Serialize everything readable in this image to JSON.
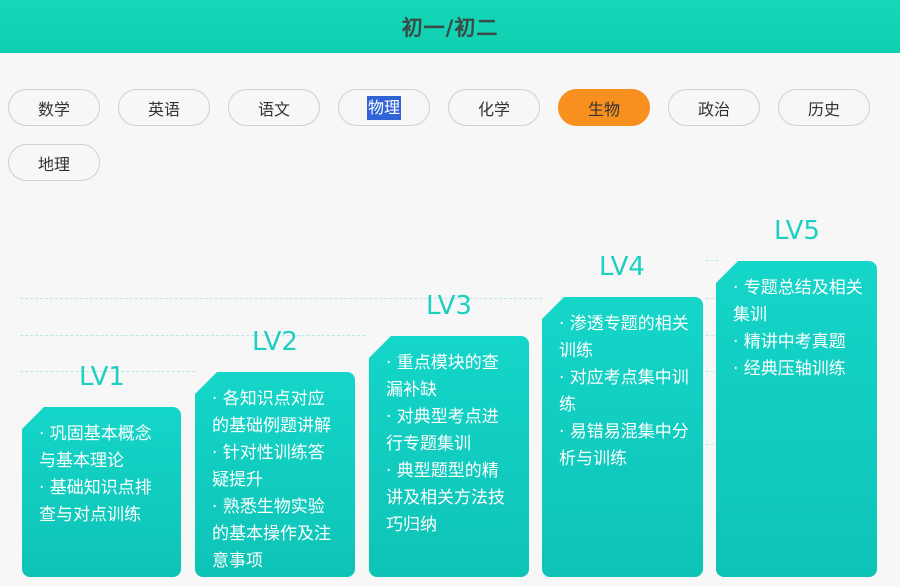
{
  "header": {
    "title": "初一/初二"
  },
  "subjects": [
    {
      "label": "数学",
      "active": false,
      "selected": false
    },
    {
      "label": "英语",
      "active": false,
      "selected": false
    },
    {
      "label": "语文",
      "active": false,
      "selected": false
    },
    {
      "label": "物理",
      "active": false,
      "selected": true
    },
    {
      "label": "化学",
      "active": false,
      "selected": false
    },
    {
      "label": "生物",
      "active": true,
      "selected": false
    },
    {
      "label": "政治",
      "active": false,
      "selected": false
    },
    {
      "label": "历史",
      "active": false,
      "selected": false
    },
    {
      "label": "地理",
      "active": false,
      "selected": false
    }
  ],
  "levels": [
    {
      "label": "LV1",
      "items": [
        "· 巩固基本概念与基本理论",
        "· 基础知识点排查与对点训练"
      ]
    },
    {
      "label": "LV2",
      "items": [
        "· 各知识点对应的基础例题讲解",
        "· 针对性训练答疑提升",
        "· 熟悉生物实验的基本操作及注意事项"
      ]
    },
    {
      "label": "LV3",
      "items": [
        "· 重点模块的查漏补缺",
        "· 对典型考点进行专题集训",
        "· 典型题型的精讲及相关方法技巧归纳"
      ]
    },
    {
      "label": "LV4",
      "items": [
        "· 渗透专题的相关训练",
        "· 对应考点集中训练",
        "· 易错易混集中分析与训练"
      ]
    },
    {
      "label": "LV5",
      "items": [
        "· 专题总结及相关集训",
        "· 精讲中考真题",
        "· 经典压轴训练"
      ]
    }
  ],
  "colors": {
    "header": "#11d2b4",
    "active_pill": "#f8901f",
    "card": "#0fcbbd",
    "level_label": "#1ccfc0",
    "selection": "#2f63d6"
  }
}
